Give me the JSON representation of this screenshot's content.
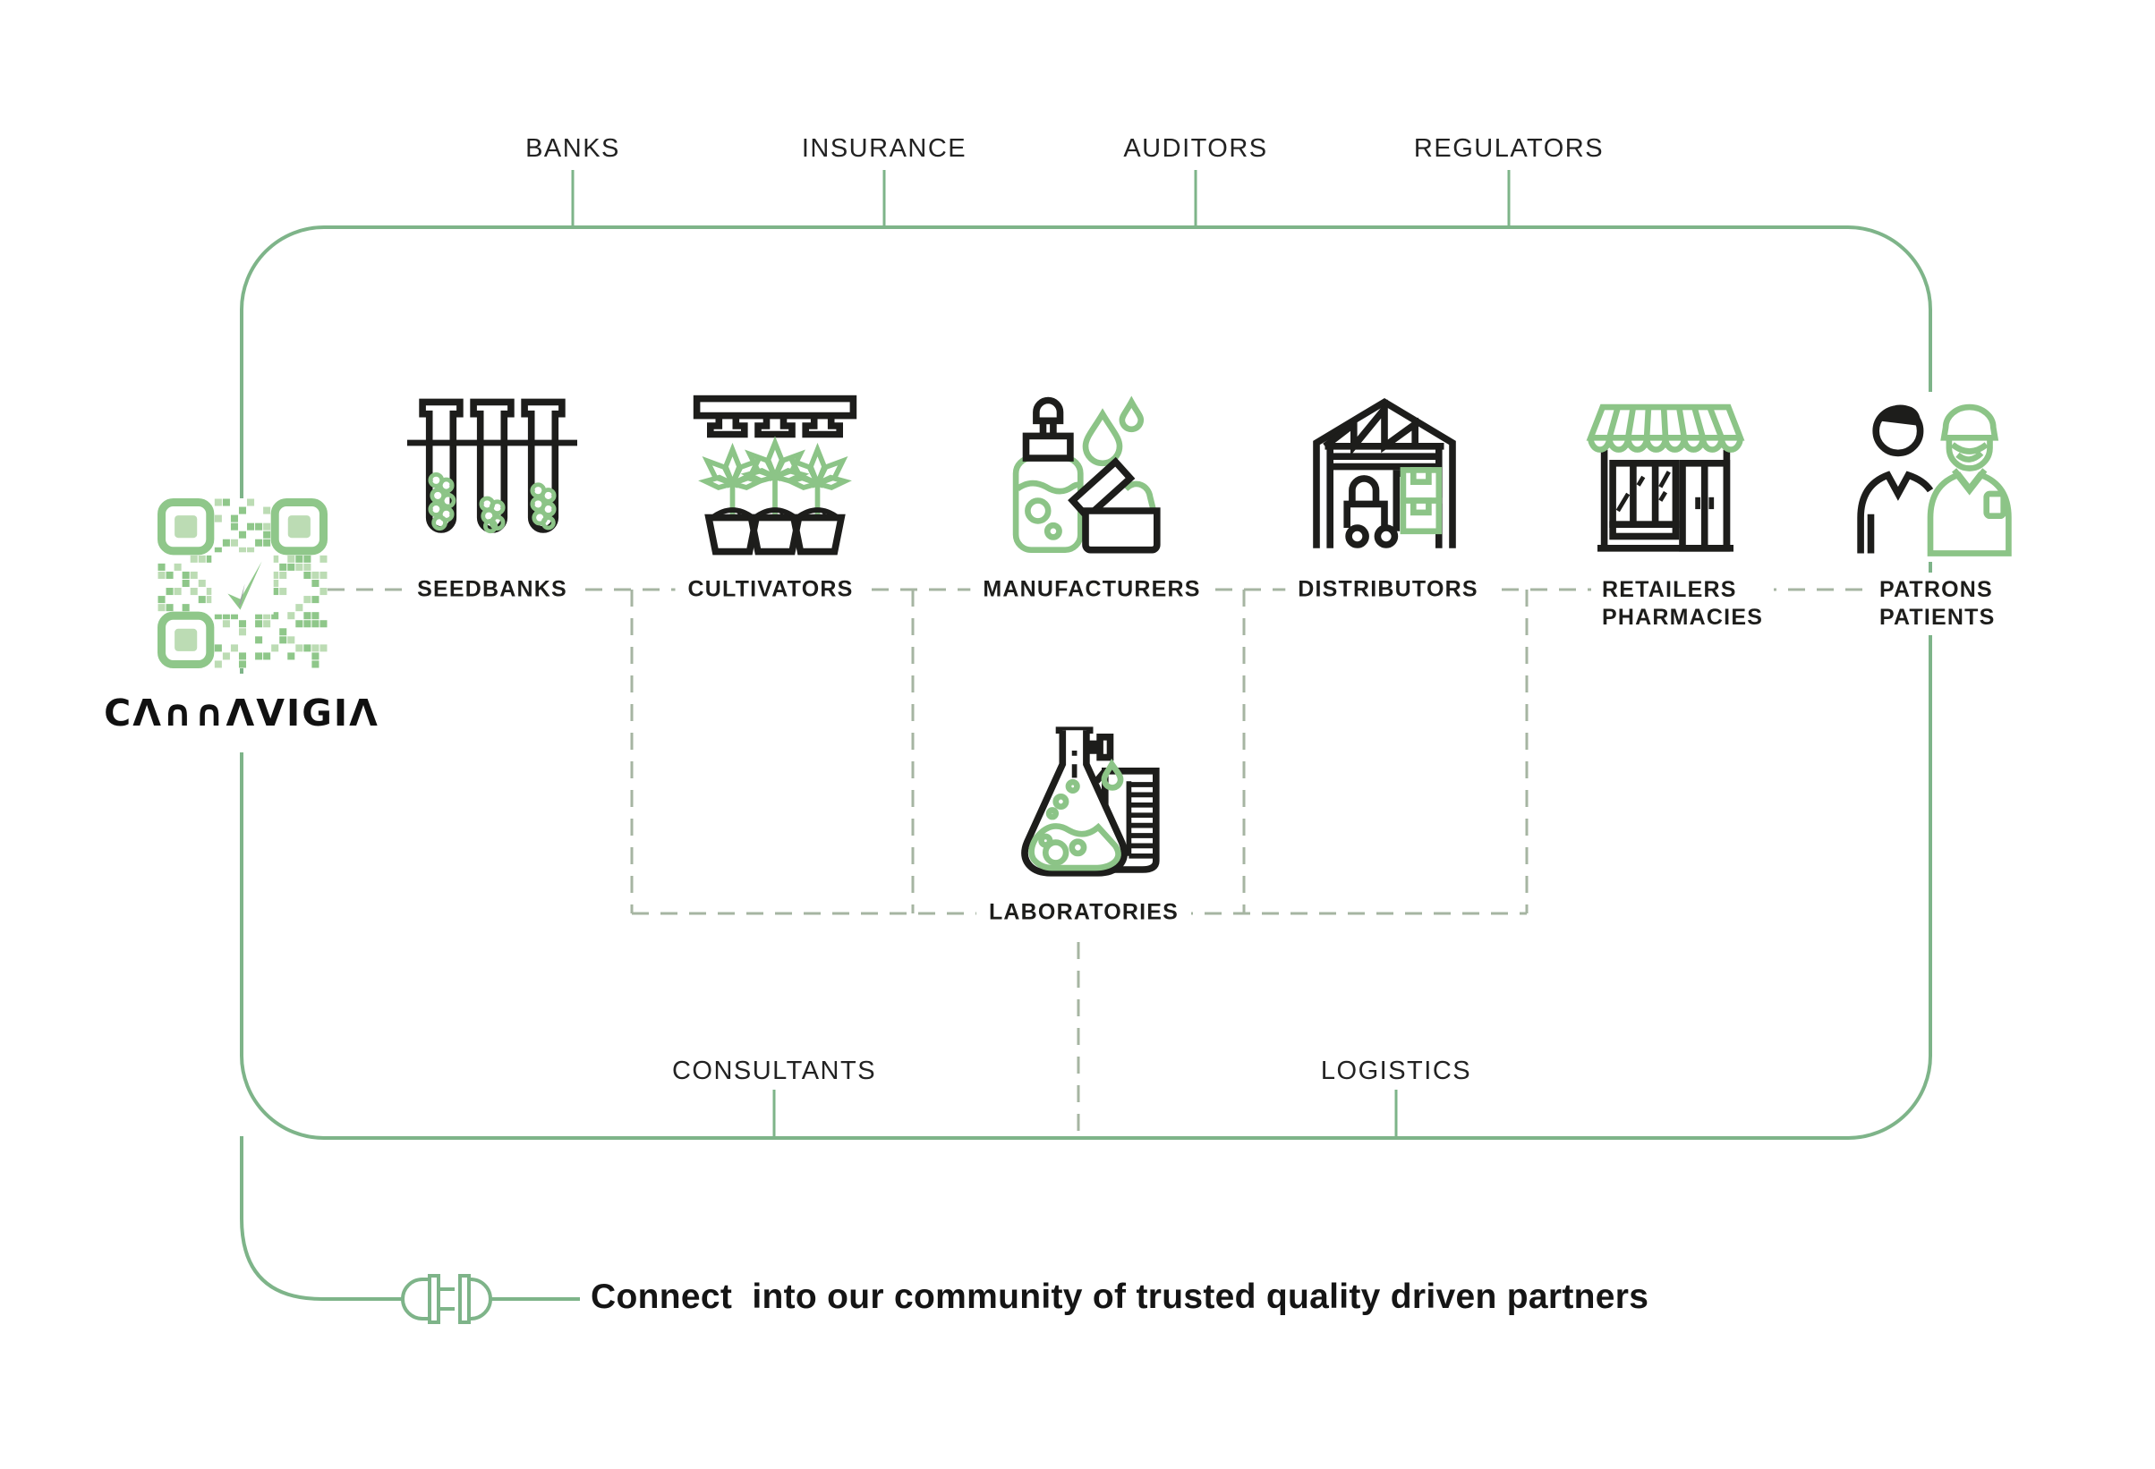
{
  "colors": {
    "line_green": "#7eb489",
    "dash_green": "#a6b5a2",
    "icon_green": "#8cc487",
    "qr_green_dark": "#8fc78a",
    "qr_green_light": "#bcdcb4",
    "ink": "#1d1d1b"
  },
  "logo": {
    "wordmark": "CANNAVIGIA",
    "wordmark_display": "CΛ∩∩ΛVIGIΛ",
    "qr_icon": "qr-code-icon"
  },
  "top_partners": [
    {
      "label": "BANKS"
    },
    {
      "label": "INSURANCE"
    },
    {
      "label": "AUDITORS"
    },
    {
      "label": "REGULATORS"
    }
  ],
  "bottom_partners": [
    {
      "label": "CONSULTANTS"
    },
    {
      "label": "LOGISTICS"
    }
  ],
  "chain": [
    {
      "label": "SEEDBANKS",
      "icon": "test-tubes-icon"
    },
    {
      "label": "CULTIVATORS",
      "icon": "grow-light-plants-icon"
    },
    {
      "label": "MANUFACTURERS",
      "icon": "dropper-bottle-cream-icon"
    },
    {
      "label": "DISTRIBUTORS",
      "icon": "warehouse-forklift-icon"
    },
    {
      "label_lines": [
        "RETAILERS",
        "PHARMACIES"
      ],
      "icon": "storefront-awning-icon"
    },
    {
      "label_lines": [
        "PATRONS",
        "PATIENTS"
      ],
      "icon": "customer-pharmacist-icon"
    }
  ],
  "laboratories": {
    "label": "LABORATORIES",
    "icon": "flask-beaker-icon"
  },
  "tagline": "Connect  into our community of trusted quality driven partners"
}
